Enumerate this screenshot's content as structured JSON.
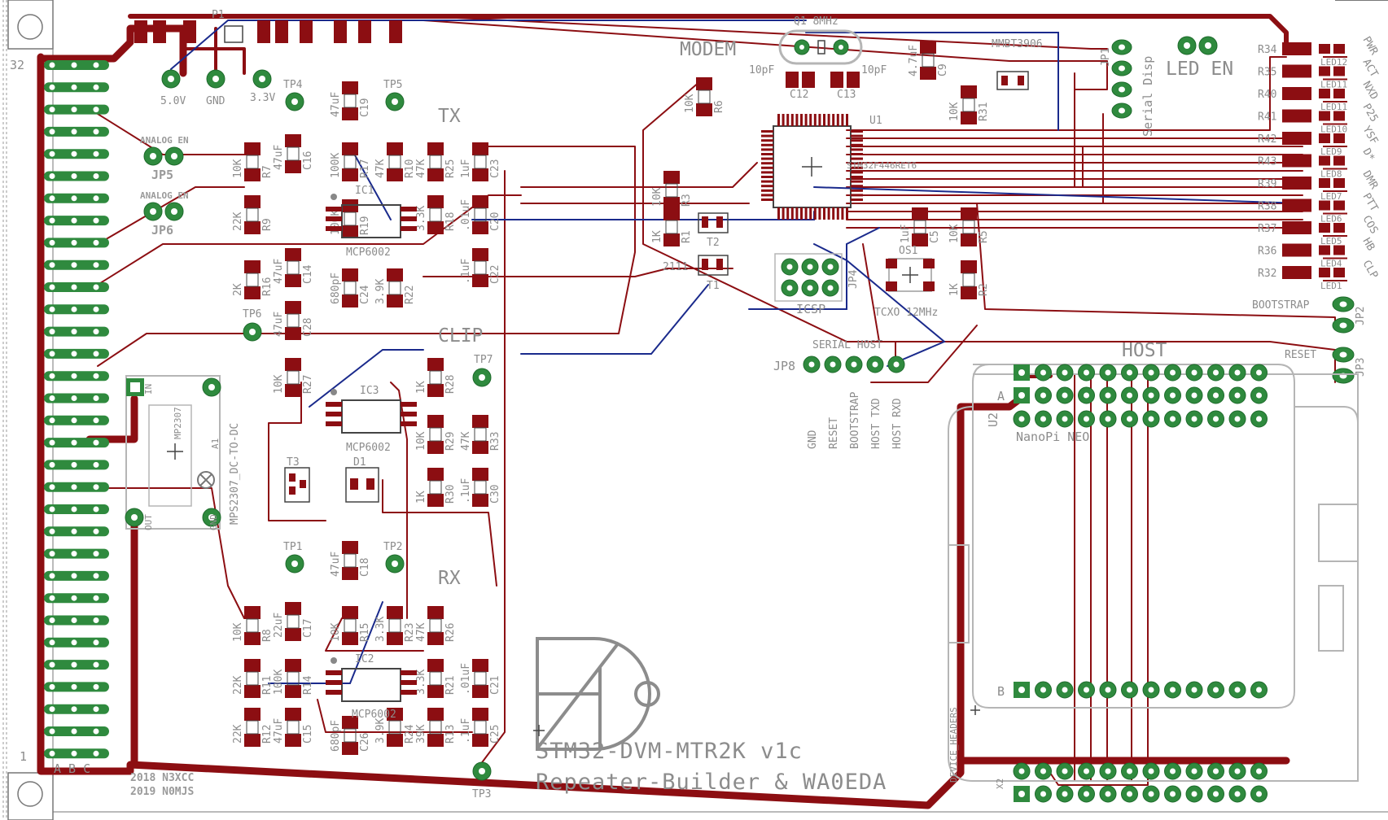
{
  "board": {
    "title_line1": "STM32-DVM-MTR2K v1c",
    "title_line2": "Repeater-Builder & WA0EDA",
    "credit1": "2018 N3XCC",
    "credit2": "2019 N0MJS"
  },
  "sections": {
    "modem": "MODEM",
    "tx": "TX",
    "clip": "CLIP",
    "rx": "RX",
    "host": "HOST"
  },
  "edge_connector": {
    "pin_top": "32",
    "pin_bottom": "1",
    "columns": "A B C"
  },
  "power_testpoints": [
    {
      "label": "5.0V"
    },
    {
      "label": "GND"
    },
    {
      "label": "3.3V"
    }
  ],
  "testpoints": {
    "tp1": "TP1",
    "tp2": "TP2",
    "tp3": "TP3",
    "tp4": "TP4",
    "tp5": "TP5",
    "tp6": "TP6",
    "tp7": "TP7",
    "p1": "P1"
  },
  "jumpers": {
    "jp5_label": "JP5",
    "jp5_title": "ANALOG EN",
    "jp6_label": "JP6",
    "jp6_title": "ANALOG EN",
    "jp1": "JP1",
    "jp2": "JP2",
    "jp3": "JP3",
    "jp4": "JP4",
    "jp8": "JP8",
    "serial_disp": "Serial Disp",
    "led_en": "LED EN",
    "bootstrap": "BOOTSTRAP",
    "reset": "RESET",
    "icsp": "ICSP"
  },
  "ics": {
    "ic1": "IC1",
    "ic1_part": "MCP6002",
    "ic2": "IC2",
    "ic2_part": "MCP6002",
    "ic3": "IC3",
    "ic3_part": "MCP6002",
    "u1": "U1",
    "u1_part": "STM32F446RET6",
    "q1": "Q1 8MHz",
    "os1": "OS1",
    "os1_part": "TCXO 12MHz",
    "q2_part": "MMBT3906",
    "t1": "T1",
    "t2": "T2",
    "t3": "T3",
    "d1": "D1",
    "t1_part": "2111",
    "a1": "A1",
    "a1_part": "MPS2307_DC-TO-DC",
    "a1_chip": "MP2307",
    "a1_in": "IN",
    "a1_out": "OUT",
    "a1_gnd": "GND"
  },
  "crystal_caps": [
    {
      "name": "C12",
      "value": "10pF"
    },
    {
      "name": "C13",
      "value": "10pF"
    }
  ],
  "host_header": {
    "pins": [
      "GND",
      "RESET",
      "BOOTSTRAP",
      "HOST TXD",
      "HOST RXD"
    ],
    "group_label": "SERIAL HOST",
    "u2": "U2",
    "u2_part": "NanoPi NEO",
    "row_a": "A",
    "row_b": "B",
    "x2": "X2",
    "x2_part": "DEVICE_HEADERS"
  },
  "status_leds": [
    {
      "resistor": "R34",
      "led": "LED12",
      "label": "PWR"
    },
    {
      "resistor": "R35",
      "led": "LED11",
      "label": "ACT"
    },
    {
      "resistor": "R40",
      "led": "LED11",
      "label": "NXD"
    },
    {
      "resistor": "R41",
      "led": "LED10",
      "label": "P25"
    },
    {
      "resistor": "R42",
      "led": "LED9",
      "label": "YSF"
    },
    {
      "resistor": "R43",
      "led": "LED8",
      "label": "D*"
    },
    {
      "resistor": "R39",
      "led": "LED7",
      "label": "DMR"
    },
    {
      "resistor": "R38",
      "led": "LED6",
      "label": "PTT"
    },
    {
      "resistor": "R37",
      "led": "LED5",
      "label": "COS"
    },
    {
      "resistor": "R36",
      "led": "LED4",
      "label": "HB"
    },
    {
      "resistor": "R32",
      "led": "LED1",
      "label": "CLP"
    }
  ],
  "components_tx": [
    {
      "ref": "R7",
      "value": "10K"
    },
    {
      "ref": "R9",
      "value": "22K"
    },
    {
      "ref": "R16",
      "value": "2K"
    },
    {
      "ref": "C16",
      "value": "47uF"
    },
    {
      "ref": "C14",
      "value": "47uF"
    },
    {
      "ref": "C28",
      "value": "47uF"
    },
    {
      "ref": "R17",
      "value": "100K"
    },
    {
      "ref": "R19",
      "value": "100K"
    },
    {
      "ref": "R10",
      "value": "47K"
    },
    {
      "ref": "C19",
      "value": "47uF"
    },
    {
      "ref": "R25",
      "value": "47K"
    },
    {
      "ref": "R18",
      "value": "3.3K"
    },
    {
      "ref": "R22",
      "value": "3.9K"
    },
    {
      "ref": "C23",
      "value": "1uF"
    },
    {
      "ref": "C20",
      "value": ".01uF"
    },
    {
      "ref": "C22",
      "value": ".1uF"
    },
    {
      "ref": "C24",
      "value": "680pF"
    }
  ],
  "components_rx": [
    {
      "ref": "R8",
      "value": "10K"
    },
    {
      "ref": "R11",
      "value": "22K"
    },
    {
      "ref": "R12",
      "value": "22K"
    },
    {
      "ref": "R14",
      "value": "100K"
    },
    {
      "ref": "C17",
      "value": "22uF"
    },
    {
      "ref": "C15",
      "value": "47uF"
    },
    {
      "ref": "C18",
      "value": "47uF"
    },
    {
      "ref": "R15",
      "value": "10K"
    },
    {
      "ref": "R23",
      "value": "3.3K"
    },
    {
      "ref": "R26",
      "value": "47K"
    },
    {
      "ref": "R21",
      "value": "3.3K"
    },
    {
      "ref": "R24",
      "value": "3.9K"
    },
    {
      "ref": "R13",
      "value": "39K"
    },
    {
      "ref": "C21",
      "value": ".01uF"
    },
    {
      "ref": "C25",
      "value": ".1uF"
    },
    {
      "ref": "C26",
      "value": "680pF"
    }
  ],
  "components_clip": [
    {
      "ref": "R27",
      "value": "10K"
    },
    {
      "ref": "R28",
      "value": "1K"
    },
    {
      "ref": "R29",
      "value": "10K"
    },
    {
      "ref": "R33",
      "value": "47K"
    },
    {
      "ref": "R30",
      "value": "1K"
    },
    {
      "ref": "C30",
      "value": ".1uF"
    }
  ],
  "components_modem": [
    {
      "ref": "R6",
      "value": "10K"
    },
    {
      "ref": "R3",
      "value": "10K"
    },
    {
      "ref": "R1",
      "value": "1K"
    },
    {
      "ref": "R5",
      "value": "10K"
    },
    {
      "ref": "R2",
      "value": "1K"
    },
    {
      "ref": "R31",
      "value": "10K"
    },
    {
      "ref": "C5",
      "value": "1uF"
    },
    {
      "ref": "C9",
      "value": "4.7uF"
    }
  ]
}
